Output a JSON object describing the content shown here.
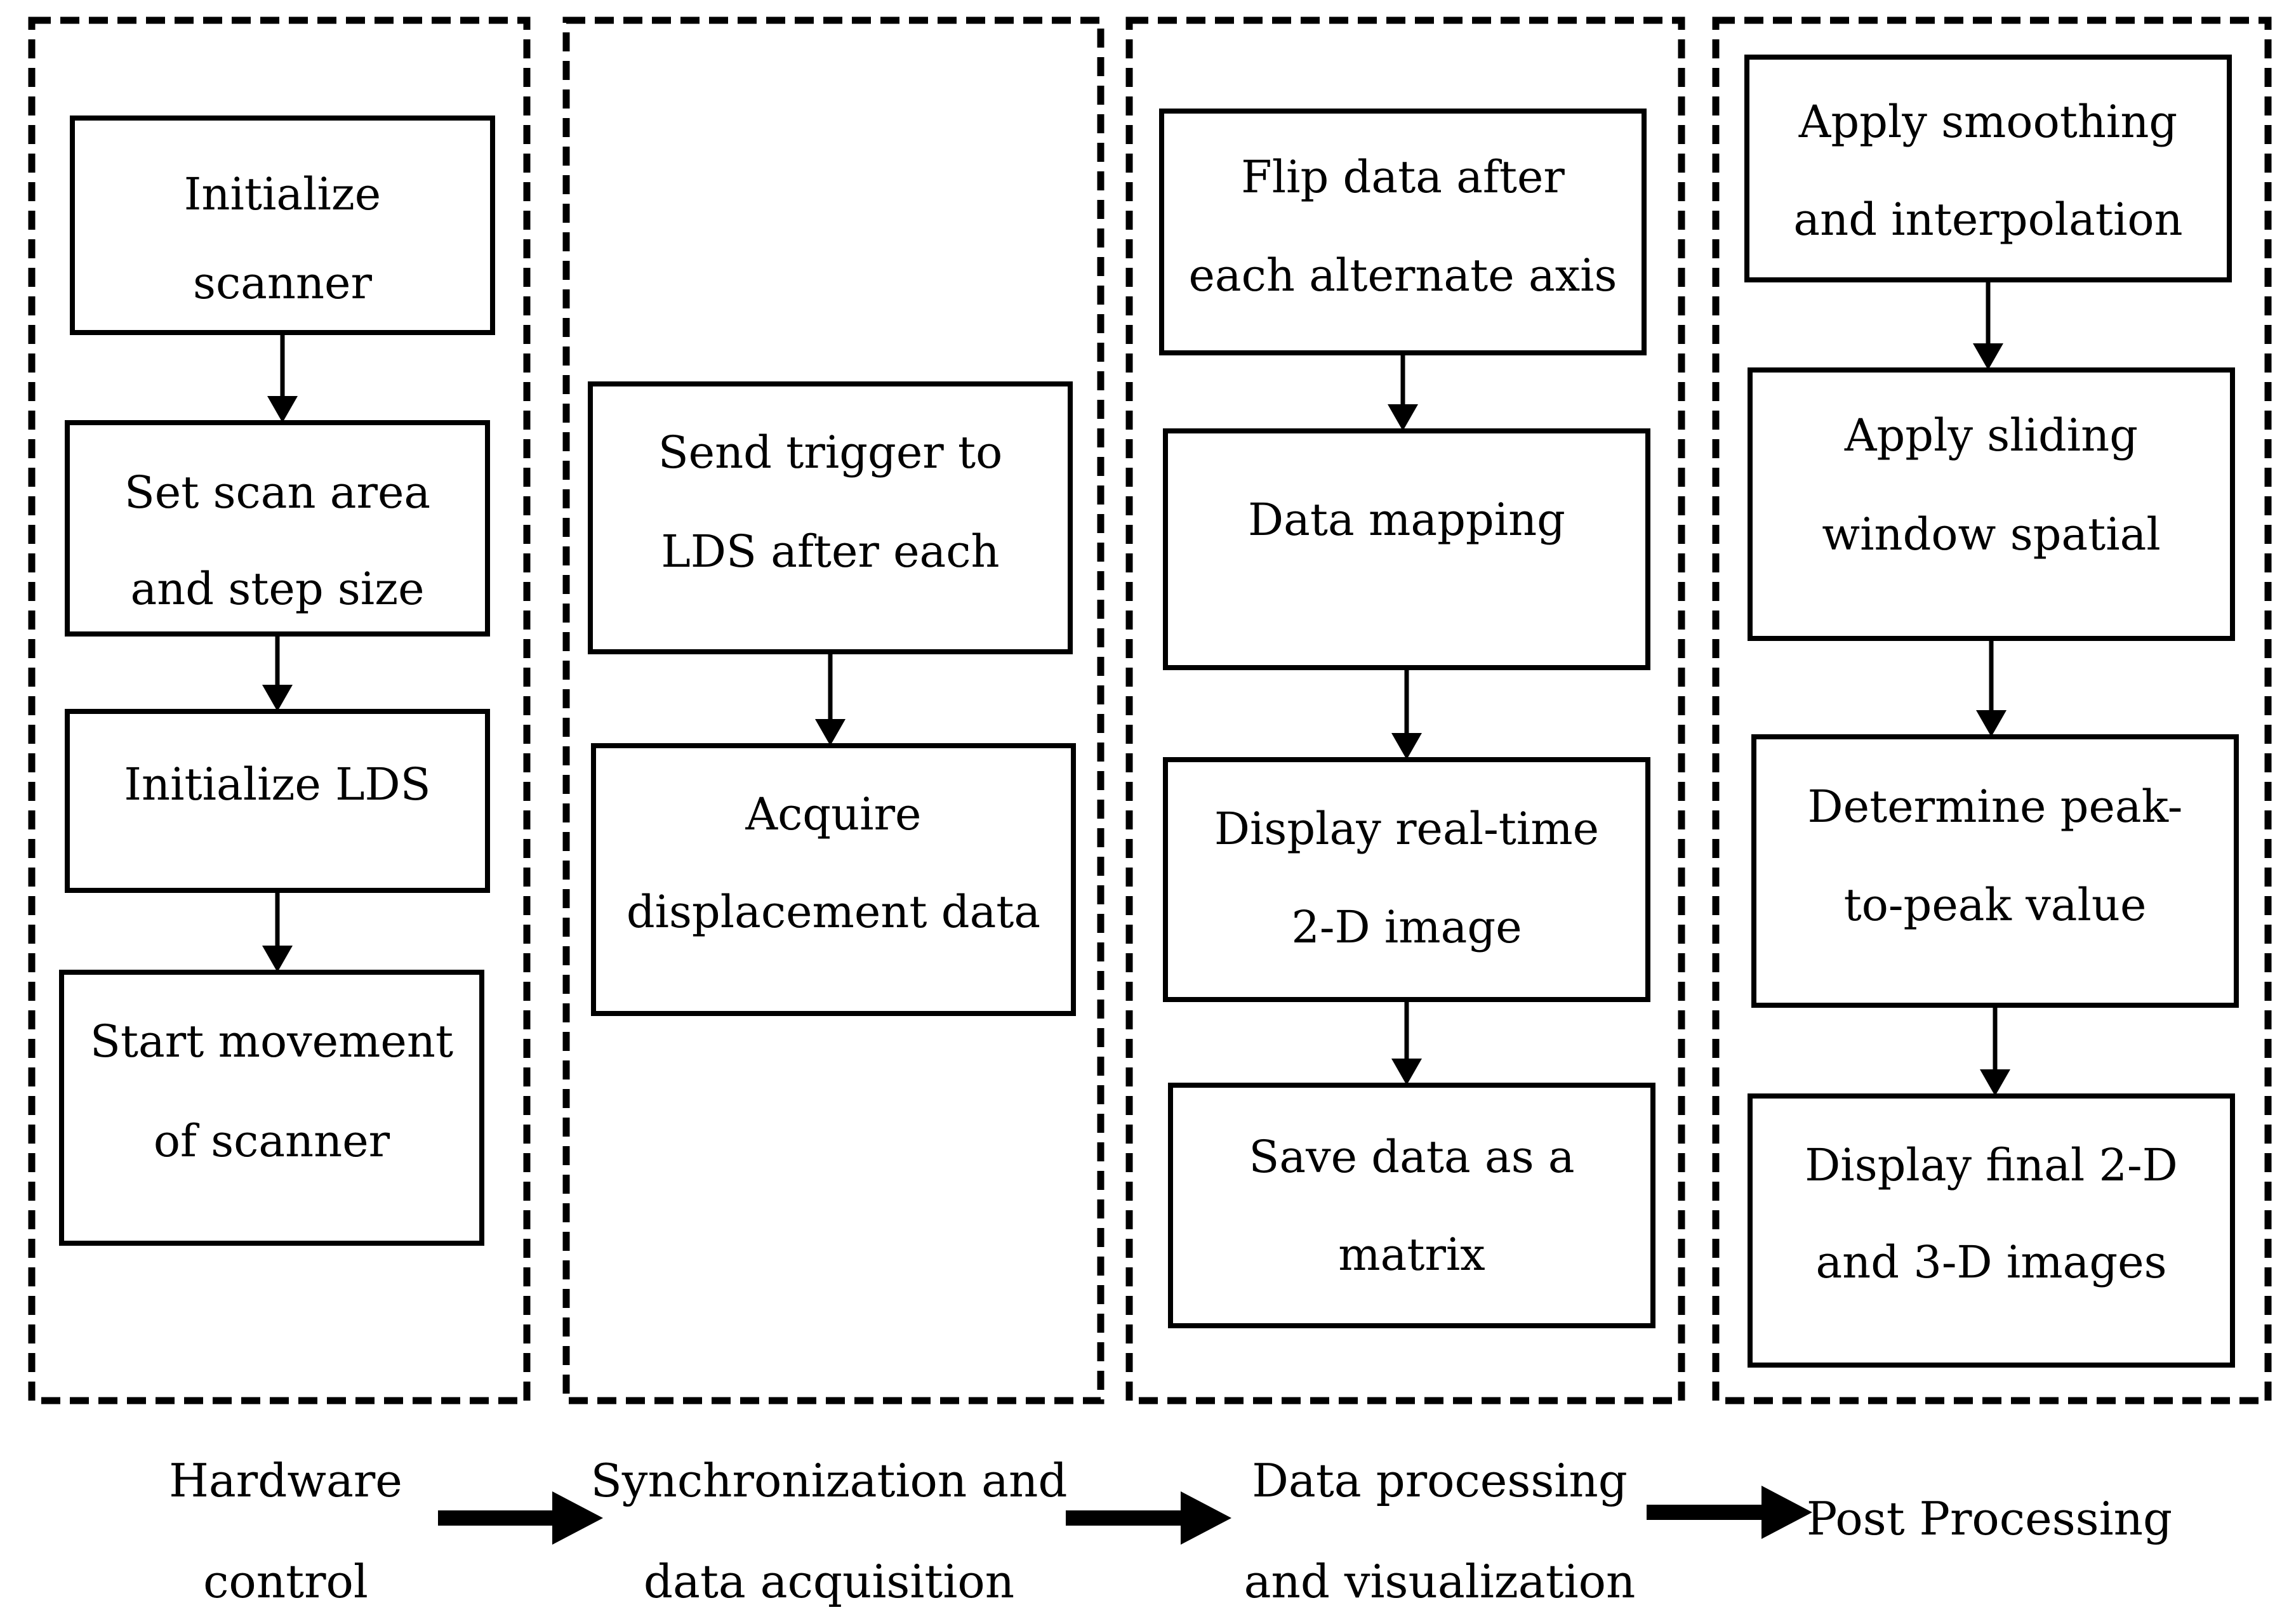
{
  "columns": [
    {
      "label_lines": [
        "Hardware",
        "control"
      ],
      "steps": [
        {
          "lines": [
            "Initialize",
            "scanner"
          ]
        },
        {
          "lines": [
            "Set scan area",
            "and step size"
          ]
        },
        {
          "lines": [
            "Initialize LDS"
          ]
        },
        {
          "lines": [
            "Start movement",
            "of scanner"
          ]
        }
      ]
    },
    {
      "label_lines": [
        "Synchronization and",
        "data acquisition"
      ],
      "steps": [
        {
          "lines": [
            "Send trigger to",
            "LDS after each"
          ]
        },
        {
          "lines": [
            "Acquire",
            "displacement data"
          ]
        }
      ]
    },
    {
      "label_lines": [
        "Data processing",
        "and visualization"
      ],
      "steps": [
        {
          "lines": [
            "Flip data after",
            "each alternate axis"
          ]
        },
        {
          "lines": [
            "Data mapping"
          ]
        },
        {
          "lines": [
            "Display real-time",
            "2-D image"
          ]
        },
        {
          "lines": [
            "Save data as a",
            "matrix"
          ]
        }
      ]
    },
    {
      "label_lines": [
        "Post Processing"
      ],
      "steps": [
        {
          "lines": [
            "Apply smoothing",
            "and interpolation"
          ]
        },
        {
          "lines": [
            "Apply sliding",
            "window spatial"
          ]
        },
        {
          "lines": [
            "Determine peak-",
            "to-peak value"
          ]
        },
        {
          "lines": [
            "Display final 2-D",
            "and 3-D images"
          ]
        }
      ]
    }
  ],
  "colors": {
    "stroke": "#000000",
    "background": "#ffffff"
  }
}
